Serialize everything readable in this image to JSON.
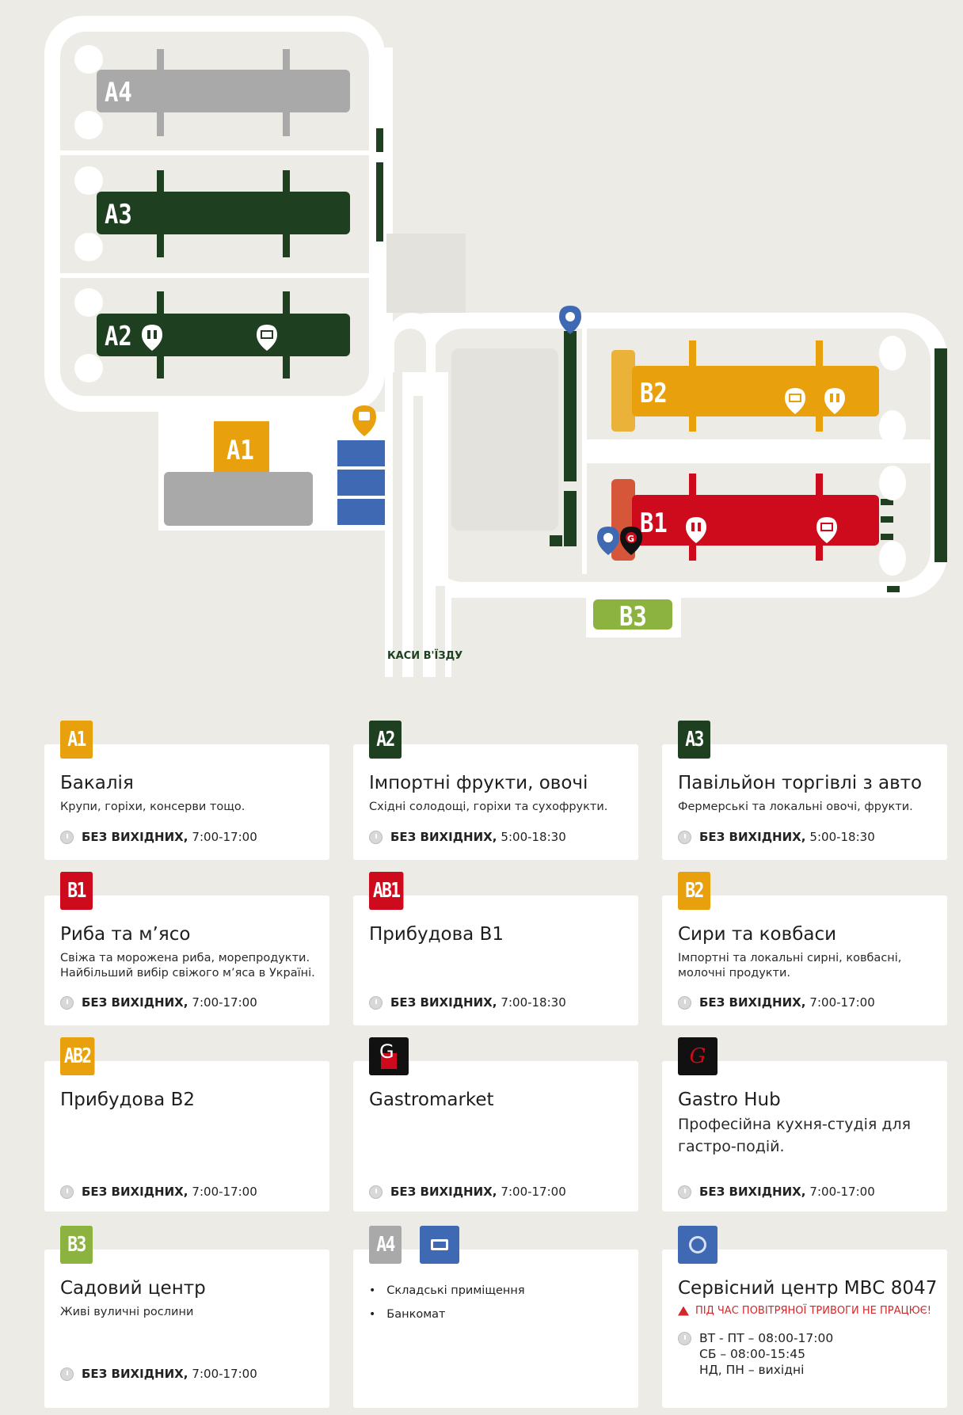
{
  "map": {
    "zones": {
      "A1": "A1",
      "A2": "A2",
      "A3": "A3",
      "A4": "A4",
      "B1": "B1",
      "B2": "B2",
      "B3": "B3"
    },
    "entrance_label": "КАСИ В'ЇЗДУ",
    "gastro_marker_letter": "G"
  },
  "colors": {
    "A1": "#e8a10c",
    "A2": "#1e4020",
    "A3": "#1e4020",
    "A4": "#a9a9a9",
    "B1": "#cd0b1c",
    "AB1": "#cd0b1c",
    "B2": "#e8a10c",
    "AB2": "#e8a10c",
    "B3": "#8cb340",
    "blue": "#3f6ab3",
    "paths": "#ffffff",
    "background": "#ecebe6"
  },
  "cards": [
    {
      "code": "A1",
      "title": "Бакалія",
      "desc": "Крупи, горіхи, консерви тощо.",
      "hours_label": "БЕЗ ВИХІДНИХ,",
      "hours": "7:00-17:00"
    },
    {
      "code": "A2",
      "title": "Імпортні фрукти, овочі",
      "desc": "Східні солодощі, горіхи та сухофрукти.",
      "hours_label": "БЕЗ ВИХІДНИХ,",
      "hours": "5:00-18:30"
    },
    {
      "code": "A3",
      "title": "Павільйон торгівлі з авто",
      "desc": "Фермерські та локальні овочі, фрукти.",
      "hours_label": "БЕЗ ВИХІДНИХ,",
      "hours": "5:00-18:30"
    },
    {
      "code": "B1",
      "title": "Риба та м’ясо",
      "desc": "Свіжа та морожена риба, морепродукти. Найбільший вибір свіжого м’яса в Україні.",
      "hours_label": "БЕЗ ВИХІДНИХ,",
      "hours": "7:00-17:00"
    },
    {
      "code": "AB1",
      "title": "Прибудова В1",
      "desc": "",
      "hours_label": "БЕЗ ВИХІДНИХ,",
      "hours": "7:00-18:30"
    },
    {
      "code": "B2",
      "title": "Сири та ковбаси",
      "desc": "Імпортні та локальні сирні, ковбасні, молочні продукти.",
      "hours_label": "БЕЗ ВИХІДНИХ,",
      "hours": "7:00-17:00"
    },
    {
      "code": "AB2",
      "title": "Прибудова В2",
      "desc": "",
      "hours_label": "БЕЗ ВИХІДНИХ,",
      "hours": "7:00-17:00"
    },
    {
      "code": "G",
      "title": "Gastromarket",
      "desc": "",
      "hours_label": "БЕЗ ВИХІДНИХ,",
      "hours": "7:00-17:00"
    },
    {
      "code": "G",
      "title": "Gastro Hub",
      "desc": "Професійна кухня-студія для гастро-подій.",
      "hours_label": "БЕЗ ВИХІДНИХ,",
      "hours": "7:00-17:00"
    },
    {
      "code": "B3",
      "title": "Садовий центр",
      "desc": "Живі вуличні рослини",
      "hours_label": "БЕЗ ВИХІДНИХ,",
      "hours": "7:00-17:00"
    },
    {
      "code": "A4",
      "items": [
        "Складські приміщення",
        "Банкомат"
      ]
    },
    {
      "title": "Сервісний центр МВС 8047",
      "warning": "ПІД ЧАС ПОВІТРЯНОЇ ТРИВОГИ НЕ ПРАЦЮЄ!",
      "schedule": [
        "ВТ - ПТ – 08:00-17:00",
        "СБ – 08:00-15:45",
        "НД, ПН  – вихідні"
      ]
    }
  ]
}
